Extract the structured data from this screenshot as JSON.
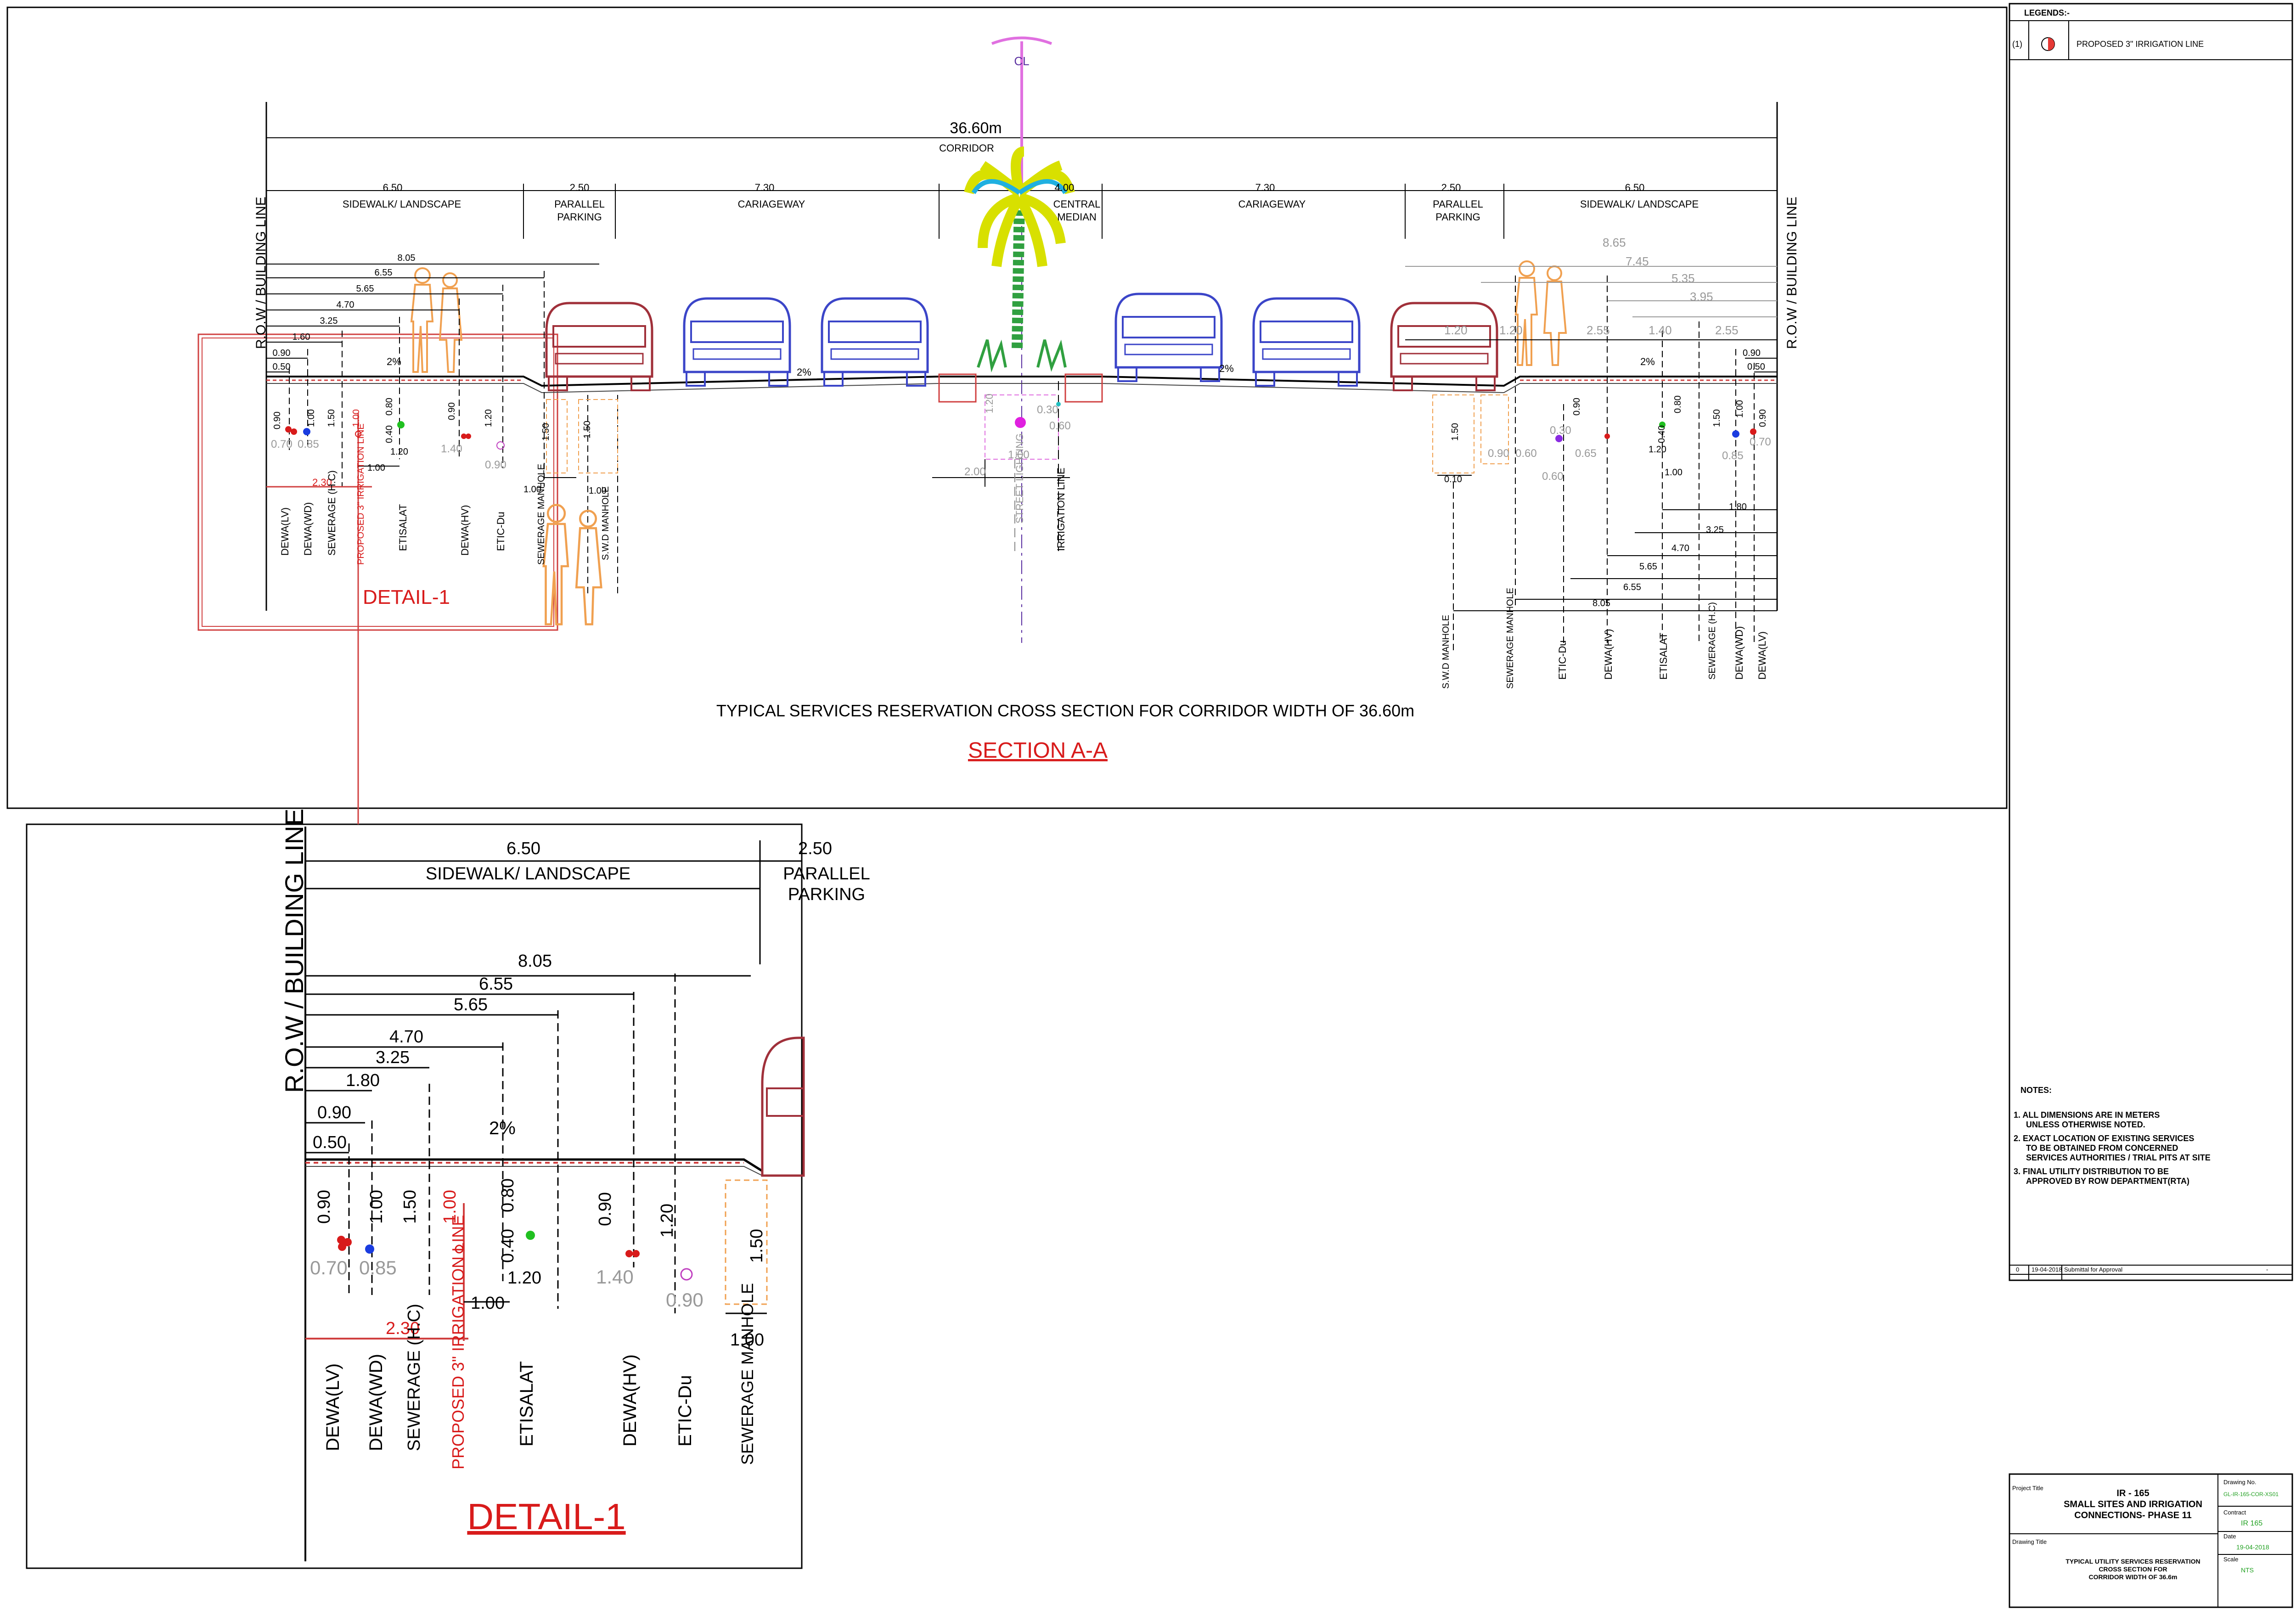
{
  "legend": {
    "header": "LEGENDS:-",
    "items": [
      {
        "index": "(1)",
        "label": "PROPOSED 3\" IRRIGATION LINE",
        "color": "#e53935"
      }
    ]
  },
  "notes": {
    "header": "NOTES:",
    "items": [
      "1. ALL DIMENSIONS ARE IN METERS",
      "UNLESS OTHERWISE NOTED.",
      "2. EXACT LOCATION OF EXISTING SERVICES",
      "TO BE OBTAINED FROM CONCERNED",
      "SERVICES AUTHORITIES /  TRIAL PITS AT SITE",
      "3. FINAL UTILITY DISTRIBUTION TO BE",
      "APPROVED BY ROW DEPARTMENT(RTA)"
    ]
  },
  "revision": {
    "rev": "0",
    "date": "19-04-2018",
    "description": "Submittal for Approval",
    "mark": "-"
  },
  "title_block": {
    "project_label": "Project Title",
    "project_lines": [
      "IR - 165",
      "SMALL SITES AND IRRIGATION",
      "CONNECTIONS- PHASE 11"
    ],
    "drawing_label": "Drawing Title",
    "drawing_lines": [
      "TYPICAL UTILITY SERVICES RESERVATION",
      "CROSS SECTION FOR",
      "CORRIDOR WIDTH OF 36.6m"
    ],
    "drawing_no_label": "Drawing No.",
    "drawing_no": "GL-IR-165-COR-XS01",
    "contract_label": "Contract",
    "contract": "IR 165",
    "date_label": "Date",
    "date": "19-04-2018",
    "scale_label": "Scale",
    "scale": "NTS"
  },
  "section": {
    "centerline": "CL",
    "corridor_width": "36.60m",
    "corridor_label": "CORRIDOR",
    "row_label": "R.O.W /  BUILDING LINE",
    "zones": [
      {
        "width": "6.50",
        "label": "SIDEWALK/ LANDSCAPE"
      },
      {
        "width": "2.50",
        "label": "PARALLEL",
        "label2": "PARKING"
      },
      {
        "width": "7.30",
        "label": "CARIAGEWAY"
      },
      {
        "width": "4.00",
        "label": "CENTRAL",
        "label2": "MEDIAN"
      },
      {
        "width": "7.30",
        "label": "CARIAGEWAY"
      },
      {
        "width": "2.50",
        "label": "PARALLEL",
        "label2": "PARKING"
      },
      {
        "width": "6.50",
        "label": "SIDEWALK/ LANDSCAPE"
      }
    ],
    "left_offsets": [
      "8.05",
      "6.55",
      "5.65",
      "4.70",
      "3.25",
      "1.60"
    ],
    "left_small": [
      "0.90",
      "0.50"
    ],
    "right_offsets_top": [
      "8.65",
      "7.45",
      "5.35",
      "3.95"
    ],
    "right_row": [
      "1.20",
      "1.20",
      "2.55",
      "1.40",
      "2.55"
    ],
    "right_small": [
      "0.90",
      "0.50"
    ],
    "right_offsets_bottom": [
      "1.80",
      "3.25",
      "4.70",
      "5.65",
      "6.55",
      "8.05"
    ],
    "slope": "2%",
    "depths_left": [
      "0.90",
      "1.00",
      "1.50",
      "1.00",
      "0.80",
      "0.40",
      "0.90",
      "1.20",
      "1.50",
      "1.50"
    ],
    "spacings_left": [
      "0.70",
      "0.85",
      "1.20",
      "1.00",
      "1.40",
      "0.90",
      "1.00",
      "1.00",
      "2.30"
    ],
    "median_dims": [
      "1.20",
      "0.30",
      "0.60",
      "1.00",
      "2.00"
    ],
    "depths_right": [
      "1.50",
      "0.10",
      "0.90",
      "0.60",
      "0.30",
      "0.60",
      "0.90",
      "0.65",
      "1.20",
      "0.40",
      "0.80",
      "1.00",
      "1.50",
      "1.00",
      "0.90",
      "0.85",
      "0.70"
    ],
    "left_utilities": [
      "DEWA(LV)",
      "DEWA(WD)",
      "SEWERAGE (H.C)",
      "PROPOSED 3\" IRRIGATION LINE",
      "ETISALAT",
      "DEWA(HV)",
      "ETIC-Du",
      "SEWERAGE MANHOLE",
      "S.W.D MANHOLE"
    ],
    "median_utilities": [
      "STREET LIGHTING",
      "IRRIGATION LINE"
    ],
    "right_utilities": [
      "S.W.D MANHOLE",
      "SEWERAGE MANHOLE",
      "ETIC-Du",
      "DEWA(HV)",
      "ETISALAT",
      "SEWERAGE (H.C)",
      "DEWA(WD)",
      "DEWA(LV)"
    ],
    "detail_tag": "DETAIL-1",
    "title": "TYPICAL SERVICES RESERVATION CROSS SECTION FOR CORRIDOR WIDTH OF 36.60m",
    "subtitle": "SECTION A-A"
  },
  "detail": {
    "row_label": "R.O.W /  BUILDING LINE",
    "zone1_width": "6.50",
    "zone1_label": "SIDEWALK/ LANDSCAPE",
    "zone2_width": "2.50",
    "zone2_label": "PARALLEL",
    "zone2_label2": "PARKING",
    "offsets": [
      "8.05",
      "6.55",
      "5.65",
      "4.70",
      "3.25",
      "1.80",
      "0.90",
      "0.50"
    ],
    "slope": "2%",
    "depths": [
      "0.90",
      "1.00",
      "1.50",
      "1.00",
      "0.80",
      "0.40",
      "0.90",
      "1.20",
      "1.50"
    ],
    "spacings": [
      "0.70",
      "0.85",
      "1.00",
      "1.20",
      "1.40",
      "0.90",
      "1.00",
      "2.30"
    ],
    "utilities": [
      "DEWA(LV)",
      "DEWA(WD)",
      "SEWERAGE (H.C)",
      "PROPOSED 3\" IRRIGATION LINE",
      "ETISALAT",
      "DEWA(HV)",
      "ETIC-Du",
      "SEWERAGE MANHOLE"
    ],
    "tag": "DETAIL-1"
  }
}
